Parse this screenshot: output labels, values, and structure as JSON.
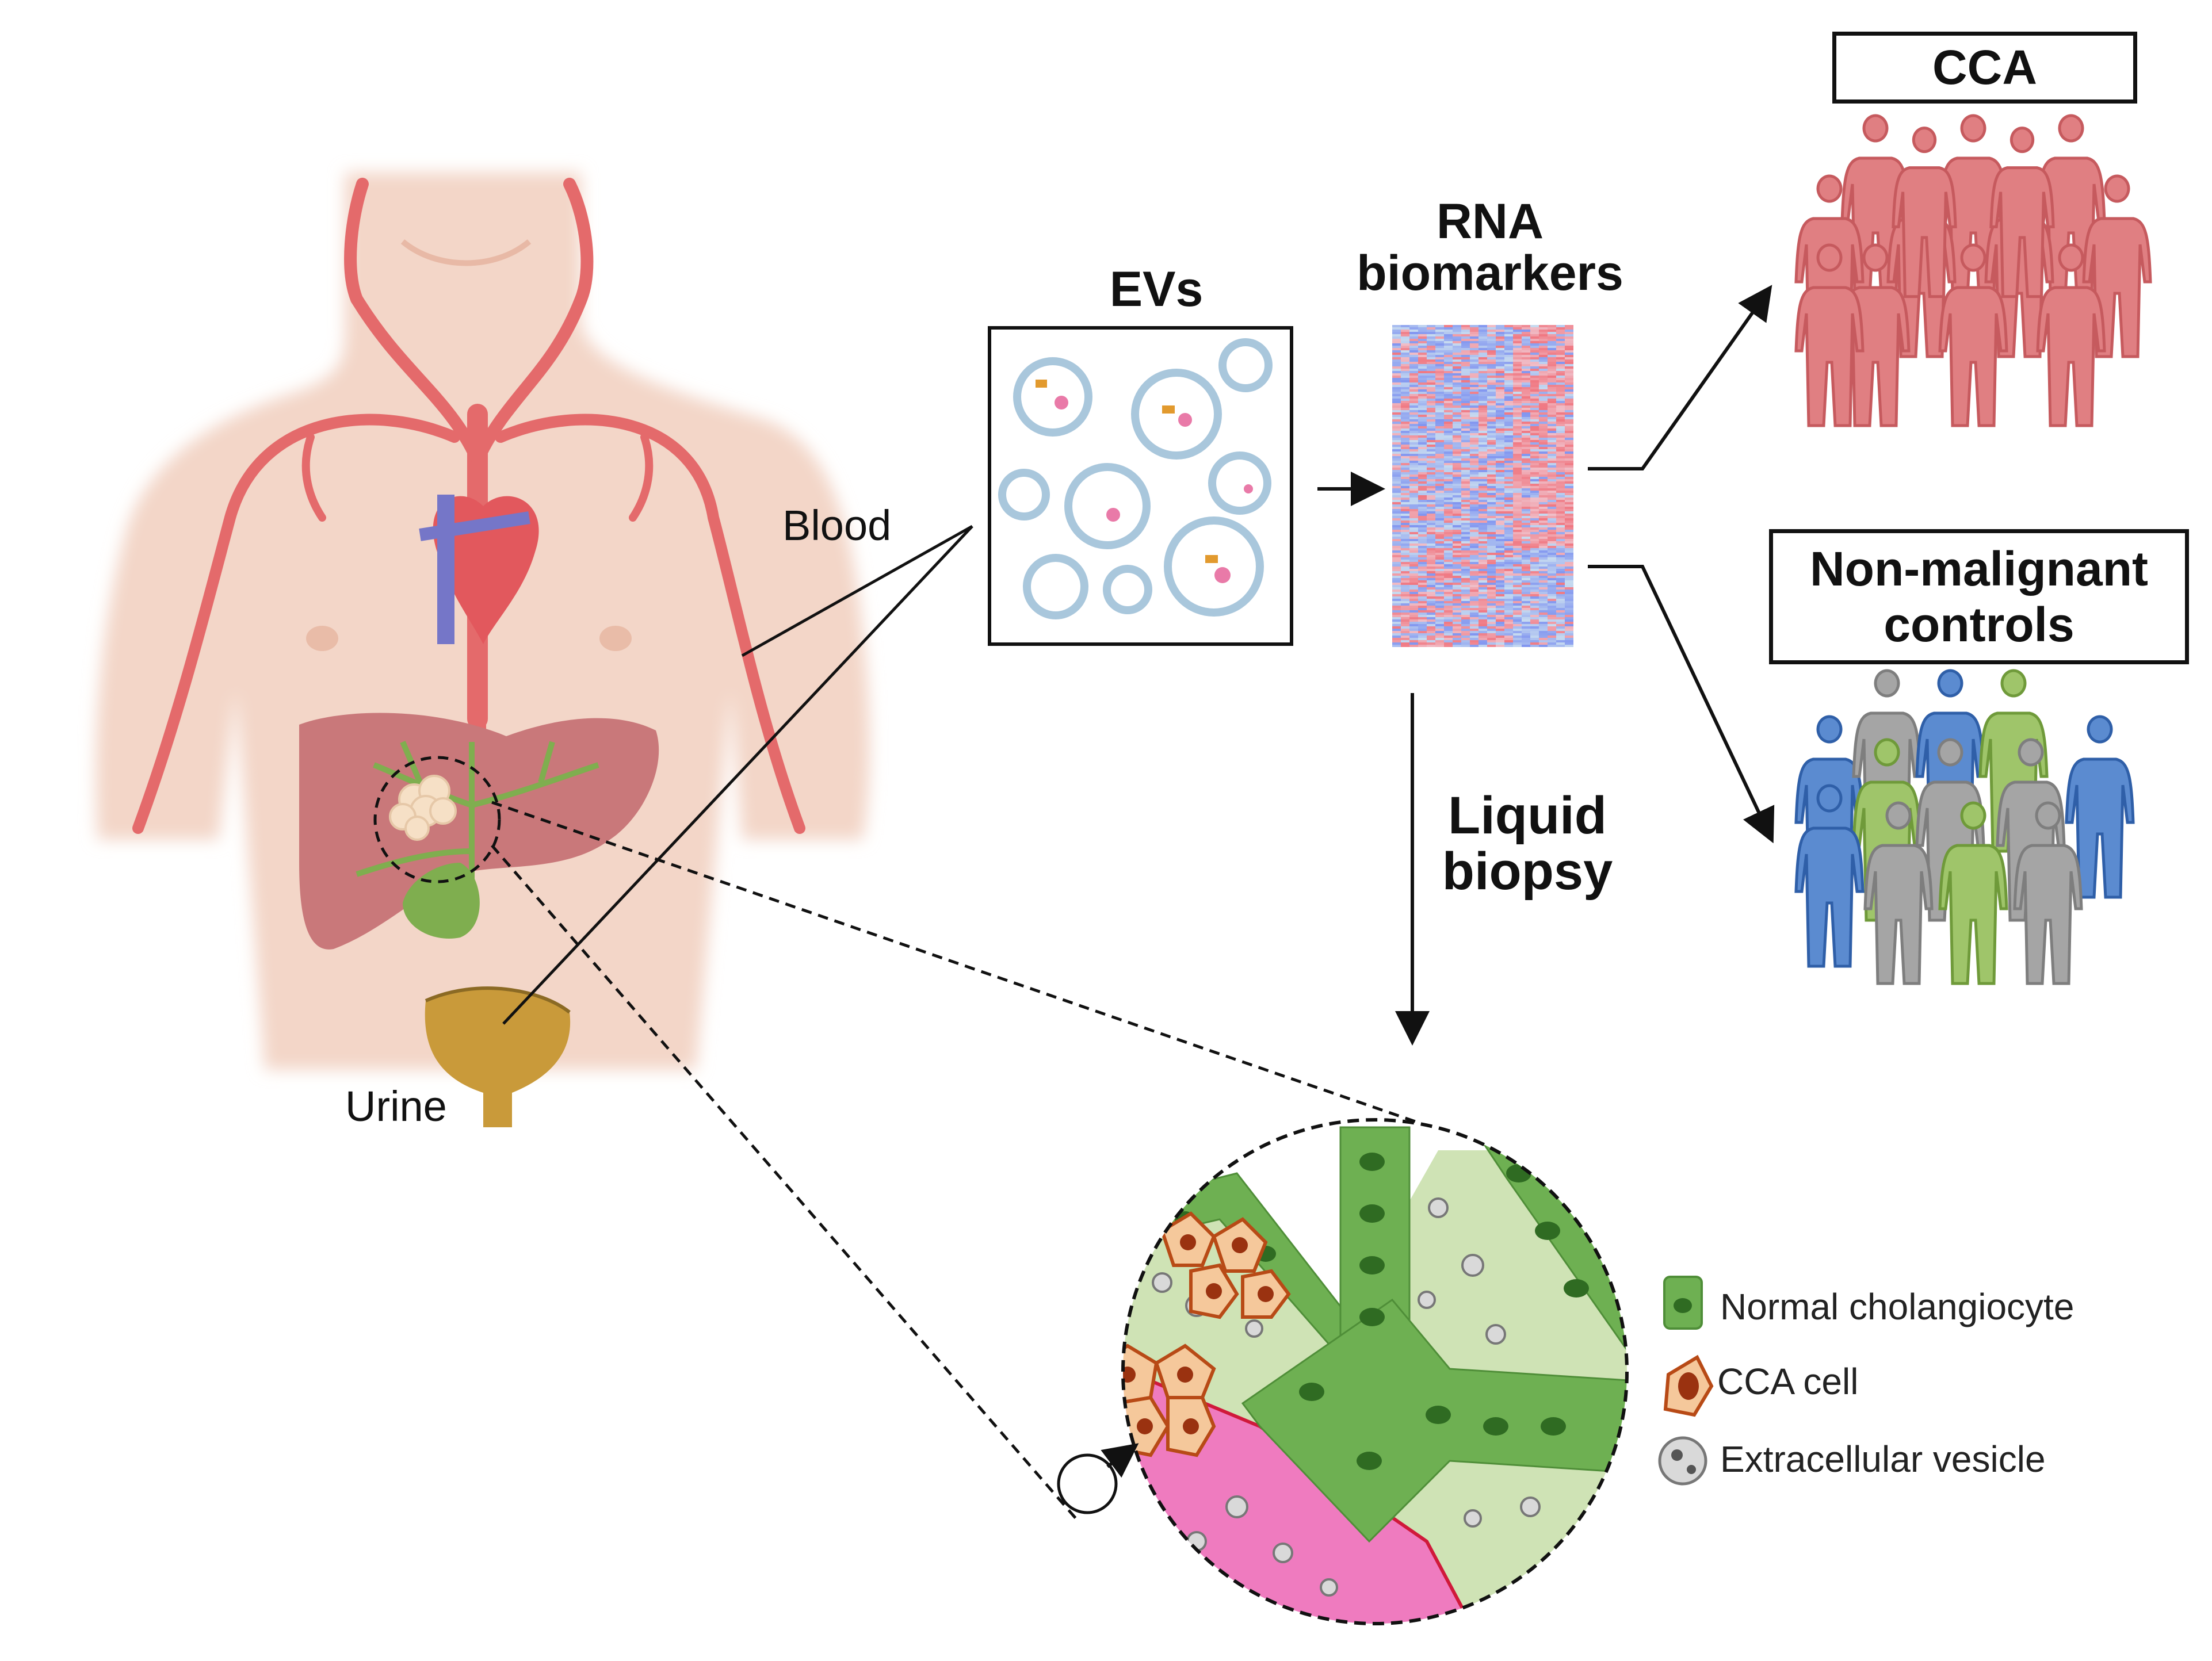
{
  "labels": {
    "blood": "Blood",
    "urine": "Urine",
    "evs": "EVs",
    "rna_line1": "RNA",
    "rna_line2": "biomarkers",
    "liquid_line1": "Liquid",
    "liquid_line2": "biopsy",
    "cca": "CCA",
    "controls_line1": "Non-malignant",
    "controls_line2": "controls"
  },
  "legend": {
    "normal": "Normal cholangiocyte",
    "cca_cell": "CCA cell",
    "vesicle": "Extracellular vesicle"
  },
  "colors": {
    "skin": "#f3d6c8",
    "artery": "#e46a6b",
    "liver": "#c9787a",
    "gallbladder": "#7fae4f",
    "bladder": "#c99a3a",
    "cca_people": "#e07f82",
    "control_gray": "#a5a5a5",
    "control_blue": "#5b8bd0",
    "control_green": "#9fc56a",
    "normal_cell": "#73b05a",
    "cca_cell": "#f5c89b",
    "pink_tissue": "#ef7bbf"
  }
}
